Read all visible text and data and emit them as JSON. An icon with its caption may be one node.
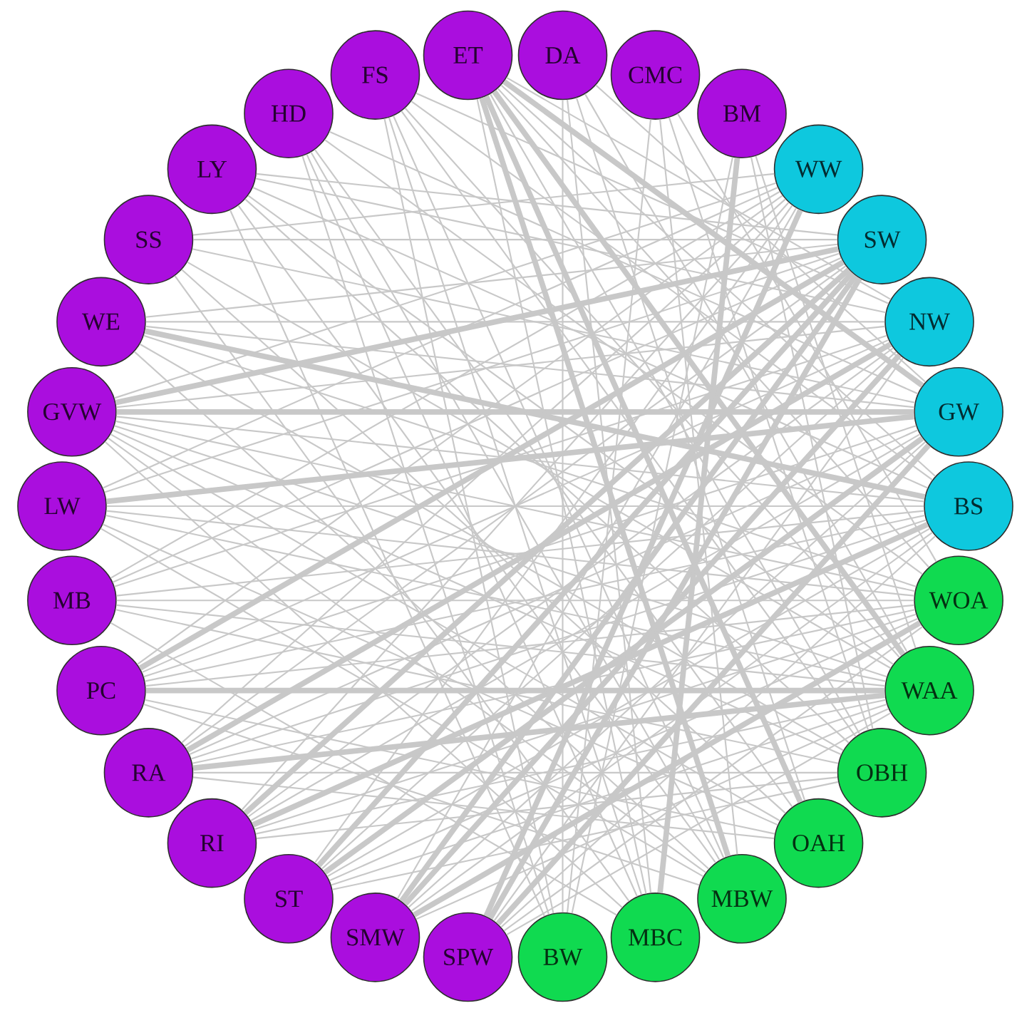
{
  "diagram": {
    "nodes": [
      {
        "text": [
          "ET"
        ]
      },
      {
        "text": [
          "DA"
        ]
      },
      {
        "text": [
          "CMC"
        ]
      },
      {
        "text": [
          "BM"
        ]
      },
      {
        "text": [
          "WW"
        ]
      },
      {
        "text": [
          "SW"
        ]
      },
      {
        "text": [
          "NW"
        ]
      },
      {
        "text": [
          "GW"
        ]
      },
      {
        "text": [
          "BS"
        ]
      },
      {
        "text": [
          "WOA"
        ]
      },
      {
        "text": [
          "WAA"
        ]
      },
      {
        "text": [
          "OBH"
        ]
      },
      {
        "text": [
          "OAH"
        ]
      },
      {
        "text": [
          "MBW"
        ]
      },
      {
        "text": [
          "MBC"
        ]
      },
      {
        "text": [
          "BW"
        ]
      },
      {
        "text": [
          "SPW"
        ]
      },
      {
        "text": [
          "SMW"
        ]
      },
      {
        "text": [
          "ST"
        ]
      },
      {
        "text": [
          "RI"
        ]
      },
      {
        "text": [
          "RA"
        ]
      },
      {
        "text": [
          "PC"
        ]
      },
      {
        "text": [
          "MB"
        ]
      },
      {
        "text": [
          "LW"
        ]
      },
      {
        "text": [
          "GVW"
        ]
      },
      {
        "text": [
          "WE"
        ]
      },
      {
        "text": [
          "SS"
        ]
      },
      {
        "text": [
          "LY"
        ]
      },
      {
        "text": [
          "HD"
        ]
      },
      {
        "text": [
          "FS"
        ]
      }
    ],
    "edges": [
      {
        "from": 0,
        "to": 6,
        "arrow": "none"
      },
      {
        "from": 0,
        "to": 7,
        "arrow": "none",
        "style": "thick"
      },
      {
        "from": 0,
        "to": 8,
        "arrow": "none"
      },
      {
        "from": 0,
        "to": 9,
        "arrow": "none"
      },
      {
        "from": 0,
        "to": 10,
        "arrow": "none",
        "style": "thick"
      },
      {
        "from": 0,
        "to": 11,
        "arrow": "none"
      },
      {
        "from": 0,
        "to": 12,
        "arrow": "none",
        "style": "thick"
      },
      {
        "from": 0,
        "to": 13,
        "arrow": "none",
        "style": "thick"
      },
      {
        "from": 0,
        "to": 14,
        "arrow": "none"
      },
      {
        "from": 1,
        "to": 15,
        "arrow": "none"
      },
      {
        "from": 1,
        "to": 14,
        "arrow": "none"
      },
      {
        "from": 1,
        "to": 12,
        "arrow": "none"
      },
      {
        "from": 1,
        "to": 10,
        "arrow": "none"
      },
      {
        "from": 1,
        "to": 7,
        "arrow": "none"
      },
      {
        "from": 2,
        "to": 13,
        "arrow": "none"
      },
      {
        "from": 2,
        "to": 11,
        "arrow": "none"
      },
      {
        "from": 2,
        "to": 9,
        "arrow": "none"
      },
      {
        "from": 2,
        "to": 15,
        "arrow": "none"
      },
      {
        "from": 3,
        "to": 15,
        "arrow": "none"
      },
      {
        "from": 3,
        "to": 14,
        "arrow": "none",
        "style": "thick"
      },
      {
        "from": 3,
        "to": 10,
        "arrow": "none"
      },
      {
        "from": 3,
        "to": 11,
        "arrow": "none"
      },
      {
        "from": 16,
        "to": 5,
        "arrow": "none",
        "style": "thick"
      },
      {
        "from": 16,
        "to": 4,
        "arrow": "none",
        "style": "thick"
      },
      {
        "from": 16,
        "to": 7,
        "arrow": "none",
        "style": "thick"
      },
      {
        "from": 16,
        "to": 6,
        "arrow": "none"
      },
      {
        "from": 16,
        "to": 8,
        "arrow": "none"
      },
      {
        "from": 16,
        "to": 9,
        "arrow": "none"
      },
      {
        "from": 16,
        "to": 10,
        "arrow": "none"
      },
      {
        "from": 17,
        "to": 5,
        "arrow": "none",
        "style": "thick"
      },
      {
        "from": 17,
        "to": 6,
        "arrow": "none",
        "style": "thick"
      },
      {
        "from": 17,
        "to": 9,
        "arrow": "none",
        "style": "thick"
      },
      {
        "from": 17,
        "to": 4,
        "arrow": "none"
      },
      {
        "from": 17,
        "to": 7,
        "arrow": "none"
      },
      {
        "from": 17,
        "to": 8,
        "arrow": "none"
      },
      {
        "from": 17,
        "to": 10,
        "arrow": "none"
      },
      {
        "from": 18,
        "to": 5,
        "arrow": "none",
        "style": "thick"
      },
      {
        "from": 18,
        "to": 7,
        "arrow": "none",
        "style": "thick"
      },
      {
        "from": 18,
        "to": 4,
        "arrow": "none"
      },
      {
        "from": 18,
        "to": 6,
        "arrow": "none"
      },
      {
        "from": 18,
        "to": 8,
        "arrow": "none"
      },
      {
        "from": 18,
        "to": 9,
        "arrow": "none"
      },
      {
        "from": 18,
        "to": 10,
        "arrow": "none"
      },
      {
        "from": 18,
        "to": 11,
        "arrow": "none"
      },
      {
        "from": 19,
        "to": 5,
        "arrow": "none",
        "style": "thick"
      },
      {
        "from": 19,
        "to": 8,
        "arrow": "none",
        "style": "thick"
      },
      {
        "from": 19,
        "to": 4,
        "arrow": "none"
      },
      {
        "from": 19,
        "to": 6,
        "arrow": "none"
      },
      {
        "from": 19,
        "to": 7,
        "arrow": "none"
      },
      {
        "from": 19,
        "to": 9,
        "arrow": "none"
      },
      {
        "from": 19,
        "to": 10,
        "arrow": "none"
      },
      {
        "from": 19,
        "to": 11,
        "arrow": "none"
      },
      {
        "from": 20,
        "to": 6,
        "arrow": "none",
        "style": "thick"
      },
      {
        "from": 20,
        "to": 10,
        "arrow": "none",
        "style": "thick"
      },
      {
        "from": 20,
        "to": 4,
        "arrow": "none"
      },
      {
        "from": 20,
        "to": 5,
        "arrow": "none"
      },
      {
        "from": 20,
        "to": 7,
        "arrow": "none"
      },
      {
        "from": 20,
        "to": 8,
        "arrow": "none"
      },
      {
        "from": 20,
        "to": 9,
        "arrow": "none"
      },
      {
        "from": 20,
        "to": 11,
        "arrow": "none"
      },
      {
        "from": 20,
        "to": 12,
        "arrow": "none"
      },
      {
        "from": 21,
        "to": 5,
        "arrow": "none",
        "style": "thick"
      },
      {
        "from": 21,
        "to": 10,
        "arrow": "none",
        "style": "thick"
      },
      {
        "from": 21,
        "to": 4,
        "arrow": "none"
      },
      {
        "from": 21,
        "to": 6,
        "arrow": "none"
      },
      {
        "from": 21,
        "to": 7,
        "arrow": "none"
      },
      {
        "from": 21,
        "to": 8,
        "arrow": "none"
      },
      {
        "from": 21,
        "to": 9,
        "arrow": "none"
      },
      {
        "from": 21,
        "to": 12,
        "arrow": "none"
      },
      {
        "from": 21,
        "to": 13,
        "arrow": "none"
      },
      {
        "from": 22,
        "to": 9,
        "arrow": "none"
      },
      {
        "from": 22,
        "to": 10,
        "arrow": "none"
      },
      {
        "from": 22,
        "to": 5,
        "arrow": "none"
      },
      {
        "from": 22,
        "to": 4,
        "arrow": "none"
      },
      {
        "from": 22,
        "to": 6,
        "arrow": "none"
      },
      {
        "from": 22,
        "to": 8,
        "arrow": "none"
      },
      {
        "from": 22,
        "to": 11,
        "arrow": "none"
      },
      {
        "from": 22,
        "to": 14,
        "arrow": "none"
      },
      {
        "from": 23,
        "to": 7,
        "arrow": "none",
        "style": "thick"
      },
      {
        "from": 23,
        "to": 5,
        "arrow": "none"
      },
      {
        "from": 23,
        "to": 4,
        "arrow": "none"
      },
      {
        "from": 23,
        "to": 8,
        "arrow": "none"
      },
      {
        "from": 23,
        "to": 9,
        "arrow": "none"
      },
      {
        "from": 23,
        "to": 10,
        "arrow": "none"
      },
      {
        "from": 23,
        "to": 12,
        "arrow": "none"
      },
      {
        "from": 23,
        "to": 13,
        "arrow": "none"
      },
      {
        "from": 24,
        "to": 5,
        "arrow": "none",
        "style": "thick"
      },
      {
        "from": 24,
        "to": 7,
        "arrow": "none",
        "style": "thick"
      },
      {
        "from": 24,
        "to": 4,
        "arrow": "none"
      },
      {
        "from": 24,
        "to": 6,
        "arrow": "none"
      },
      {
        "from": 24,
        "to": 8,
        "arrow": "none"
      },
      {
        "from": 24,
        "to": 9,
        "arrow": "none"
      },
      {
        "from": 24,
        "to": 10,
        "arrow": "none"
      },
      {
        "from": 24,
        "to": 11,
        "arrow": "none"
      },
      {
        "from": 24,
        "to": 12,
        "arrow": "none"
      },
      {
        "from": 24,
        "to": 13,
        "arrow": "none"
      },
      {
        "from": 24,
        "to": 14,
        "arrow": "none"
      },
      {
        "from": 25,
        "to": 8,
        "arrow": "none",
        "style": "thick"
      },
      {
        "from": 25,
        "to": 5,
        "arrow": "none"
      },
      {
        "from": 25,
        "to": 6,
        "arrow": "none"
      },
      {
        "from": 25,
        "to": 7,
        "arrow": "none"
      },
      {
        "from": 25,
        "to": 9,
        "arrow": "none"
      },
      {
        "from": 25,
        "to": 11,
        "arrow": "none"
      },
      {
        "from": 25,
        "to": 13,
        "arrow": "none"
      },
      {
        "from": 26,
        "to": 4,
        "arrow": "none"
      },
      {
        "from": 26,
        "to": 5,
        "arrow": "none"
      },
      {
        "from": 26,
        "to": 7,
        "arrow": "none"
      },
      {
        "from": 26,
        "to": 10,
        "arrow": "none"
      },
      {
        "from": 26,
        "to": 12,
        "arrow": "none"
      },
      {
        "from": 26,
        "to": 14,
        "arrow": "none"
      },
      {
        "from": 27,
        "to": 5,
        "arrow": "none"
      },
      {
        "from": 27,
        "to": 6,
        "arrow": "none"
      },
      {
        "from": 27,
        "to": 8,
        "arrow": "none"
      },
      {
        "from": 27,
        "to": 10,
        "arrow": "none"
      },
      {
        "from": 27,
        "to": 11,
        "arrow": "none"
      },
      {
        "from": 27,
        "to": 13,
        "arrow": "none"
      },
      {
        "from": 27,
        "to": 15,
        "arrow": "none"
      },
      {
        "from": 28,
        "to": 7,
        "arrow": "none"
      },
      {
        "from": 28,
        "to": 9,
        "arrow": "none"
      },
      {
        "from": 28,
        "to": 12,
        "arrow": "none"
      },
      {
        "from": 28,
        "to": 13,
        "arrow": "none"
      },
      {
        "from": 28,
        "to": 14,
        "arrow": "none"
      },
      {
        "from": 28,
        "to": 15,
        "arrow": "none"
      },
      {
        "from": 29,
        "to": 6,
        "arrow": "none"
      },
      {
        "from": 29,
        "to": 8,
        "arrow": "none"
      },
      {
        "from": 29,
        "to": 10,
        "arrow": "none"
      },
      {
        "from": 29,
        "to": 11,
        "arrow": "none"
      },
      {
        "from": 29,
        "to": 13,
        "arrow": "none"
      },
      {
        "from": 29,
        "to": 14,
        "arrow": "none"
      },
      {
        "from": 29,
        "to": 15,
        "arrow": "none"
      }
    ]
  }
}
